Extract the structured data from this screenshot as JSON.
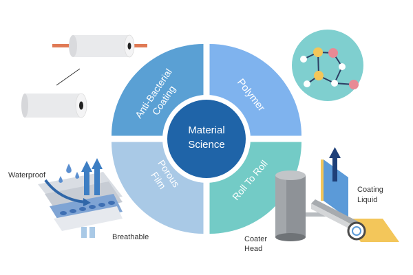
{
  "center": {
    "line1": "Material",
    "line2": "Science"
  },
  "segments": {
    "top_left": {
      "line1": "Anti-Bacterial",
      "line2": "Coating"
    },
    "top_right": {
      "line1": "Polymer"
    },
    "bottom_left": {
      "line1": "Porous",
      "line2": "Film"
    },
    "bottom_right": {
      "line1": "Roll To Roll"
    }
  },
  "breathable_illustration": {
    "waterproof_label": "Waterproof",
    "breathable_label": "Breathable"
  },
  "coater_illustration": {
    "coater_head_line1": "Coater",
    "coater_head_line2": "Head",
    "coating_liquid_line1": "Coating",
    "coating_liquid_line2": "Liquid"
  },
  "colors": {
    "center": "#1f64a8",
    "anti_bacterial": "#5aa0d4",
    "polymer": "#7fb3ee",
    "porous_film": "#a9c9e6",
    "roll_to_roll": "#73cbc6",
    "molecule_bg": "#7fcfcf",
    "coating_liquid": "#f3c65a"
  },
  "icons": [
    "paper-roll-on-rod-icon",
    "paper-roll-icon",
    "molecule-icon",
    "breathable-fabric-icon",
    "coater-machine-icon"
  ]
}
